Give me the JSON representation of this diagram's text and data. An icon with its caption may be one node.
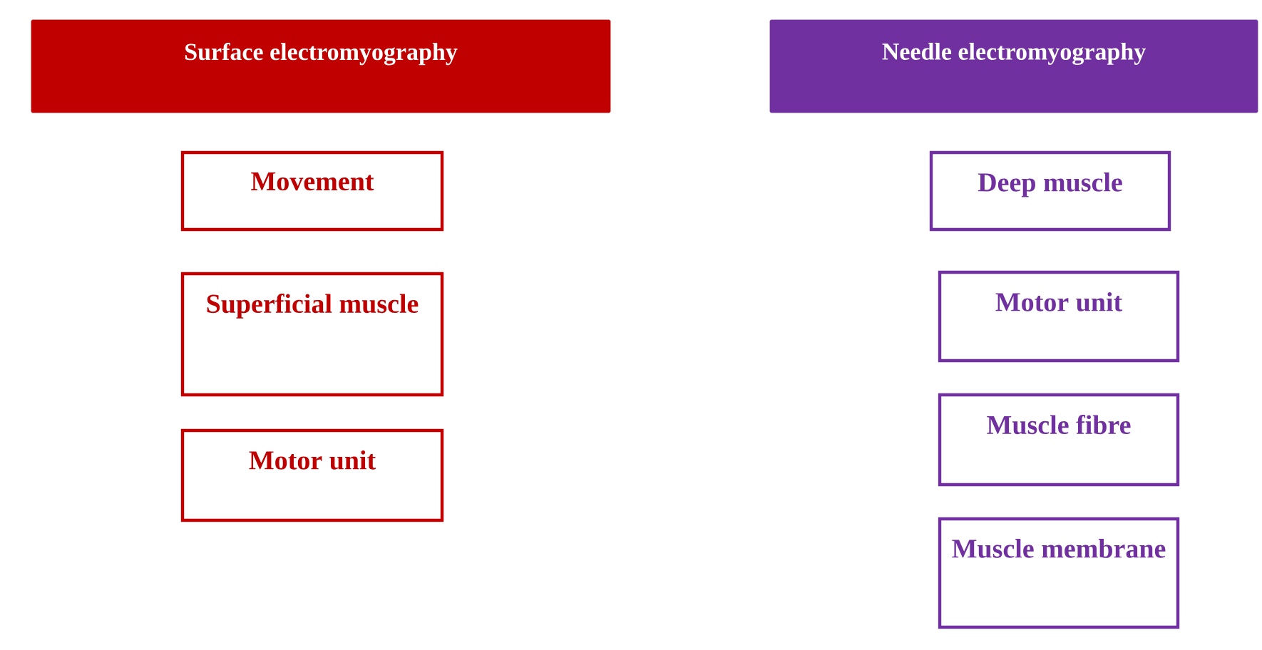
{
  "diagram": {
    "nodes": [
      {
        "text": [
          "Surface electromyography"
        ]
      },
      {
        "text": [
          "Movement"
        ]
      },
      {
        "text": [
          "Superficial muscle"
        ]
      },
      {
        "text": [
          "Motor unit"
        ]
      },
      {
        "text": [
          "Needle electromyography"
        ]
      },
      {
        "text": [
          "Deep muscle"
        ]
      },
      {
        "text": [
          "Motor unit"
        ]
      },
      {
        "text": [
          "Muscle fibre"
        ]
      },
      {
        "text": [
          "Muscle membrane"
        ]
      }
    ]
  }
}
